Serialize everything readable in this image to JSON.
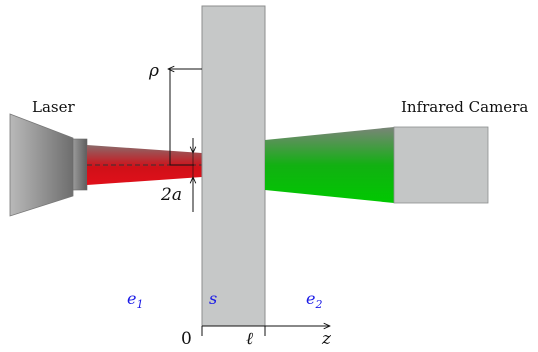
{
  "labels": {
    "laser": "Laser",
    "camera": "Infrared Camera",
    "rho": "ρ",
    "spot": "2a",
    "origin": "0",
    "thickness": "ℓ",
    "axis": "z"
  },
  "regions": {
    "e1": {
      "base": "e",
      "sub": "1"
    },
    "s": "s",
    "e2": {
      "base": "e",
      "sub": "2"
    }
  },
  "colors": {
    "slab": "#c6c8c8",
    "slab_edge": "#8c8e8e",
    "laser_beam": "#e0101a",
    "ir_beam": "#00c800",
    "camera_body": "#c4c6c6",
    "region_label": "#1a1ae6",
    "ink": "#111111"
  }
}
